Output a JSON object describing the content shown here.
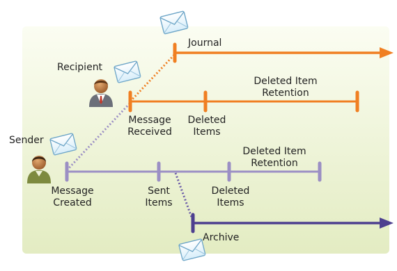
{
  "colors": {
    "panel_top": "#fbfdf2",
    "panel_bottom": "#e3ecc2",
    "orange": "#f07f22",
    "purple_light": "#9b8fc4",
    "purple_dark": "#4d3f8f",
    "envelope": "#eaf6fd",
    "envelope_stroke": "#6ea6c8"
  },
  "icons": {
    "envelope": "envelope-icon",
    "person": "person-icon"
  },
  "labels": {
    "journal": "Journal",
    "recipient": "Recipient",
    "sender": "Sender",
    "recipient_deleted_retention_1": "Deleted Item",
    "recipient_deleted_retention_2": "Retention",
    "message_received_1": "Message",
    "message_received_2": "Received",
    "recipient_deleted_items_1": "Deleted",
    "recipient_deleted_items_2": "Items",
    "sender_deleted_retention_1": "Deleted Item",
    "sender_deleted_retention_2": "Retention",
    "message_created_1": "Message",
    "message_created_2": "Created",
    "sent_items_1": "Sent",
    "sent_items_2": "Items",
    "sender_deleted_items_1": "Deleted",
    "sender_deleted_items_2": "Items",
    "archive": "Archive"
  }
}
